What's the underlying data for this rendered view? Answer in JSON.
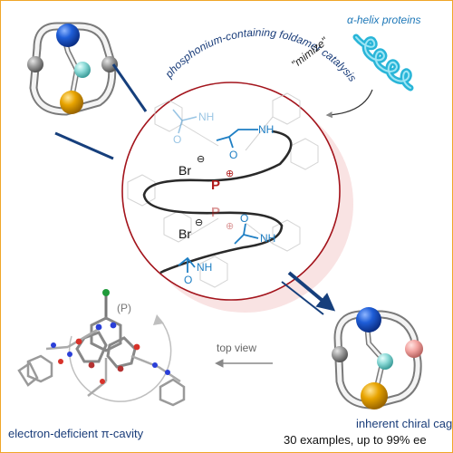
{
  "labels": {
    "helix_proteins": "α-helix proteins",
    "mimize": "\"mimize\"",
    "arc_text": "phosphonium-containing foldamer catalysis",
    "top_view": "top view",
    "cavity": "electron-deficient π-cavity",
    "chiral_title": "inherent chiral cages",
    "chiral_sub": "30 examples, up to 99% ee",
    "p_label": "(P)"
  },
  "molecule": {
    "nh_top": "NH",
    "nh_mid_top": "NH",
    "o_top": "O",
    "o_mid_top": "O",
    "nh_mid_bottom": "NH",
    "o_mid_bottom": "O",
    "nh_bottom": "NH",
    "o_bottom": "O",
    "br_top": "Br",
    "br_bottom": "Br",
    "p_top": "P",
    "p_bottom": "P",
    "minus": "⊖",
    "plus": "⊕"
  },
  "colors": {
    "frame": "#f0a628",
    "circle_border": "#a3141c",
    "arrow": "#163f7c",
    "amide_blue": "#1f7fc4",
    "phosphorus_red": "#b01c1c",
    "helix_cyan": "#29b5d8",
    "cage_blue": "#1f5ed8",
    "cage_yellow": "#e8a400",
    "cage_cyan": "#8ad9d6",
    "cage_pink": "#f2a3a0",
    "cage_gray": "#9a9a9a"
  }
}
